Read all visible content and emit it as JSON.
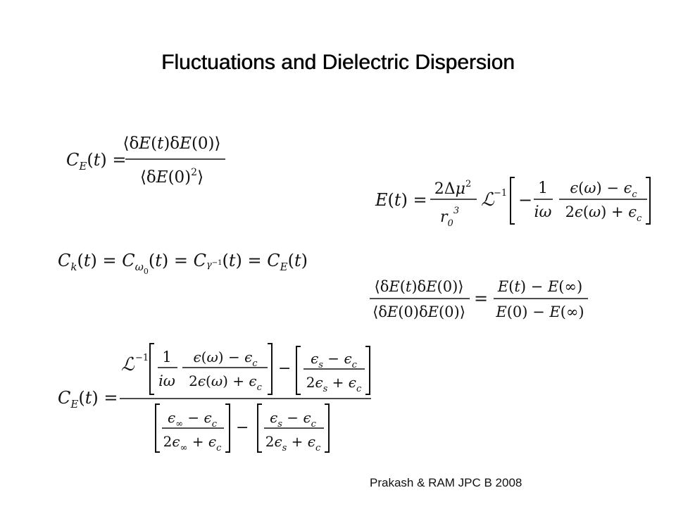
{
  "slide": {
    "title": "Fluctuations and Dielectric Dispersion",
    "citation": "Prakash & RAM JPC B 2008"
  },
  "equations": [
    {
      "id": "eq1",
      "latex": "C_E(t) = \\frac{\\langle \\delta E(t) \\delta E(0) \\rangle}{\\langle \\delta E(0)^2 \\rangle}"
    },
    {
      "id": "eq2",
      "latex": "E(t) = \\frac{2\\Delta\\mu^2}{r_0^3} \\mathscr{L}^{-1}\\left[-\\frac{1}{i\\omega}\\frac{\\epsilon(\\omega)-\\epsilon_c}{2\\epsilon(\\omega)+\\epsilon_c}\\right]"
    },
    {
      "id": "eq3",
      "latex": "C_k(t) = C_{\\omega_0}(t) = C_{\\gamma^{-1}}(t) = C_E(t)"
    },
    {
      "id": "eq4",
      "latex": "\\frac{\\langle \\delta E(t) \\delta E(0) \\rangle}{\\langle \\delta E(0) \\delta E(0) \\rangle} = \\frac{E(t)-E(\\infty)}{E(0)-E(\\infty)}"
    },
    {
      "id": "eq5",
      "latex": "C_E(t) = \\frac{\\mathscr{L}^{-1}\\left[\\frac{1}{i\\omega}\\frac{\\epsilon(\\omega)-\\epsilon_c}{2\\epsilon(\\omega)+\\epsilon_c}\\right]-\\left[\\frac{\\epsilon_s-\\epsilon_c}{2\\epsilon_s+\\epsilon_c}\\right]}{\\left[\\frac{\\epsilon_\\infty-\\epsilon_c}{2\\epsilon_\\infty+\\epsilon_c}\\right]-\\left[\\frac{\\epsilon_s-\\epsilon_c}{2\\epsilon_s+\\epsilon_c}\\right]}"
    }
  ]
}
